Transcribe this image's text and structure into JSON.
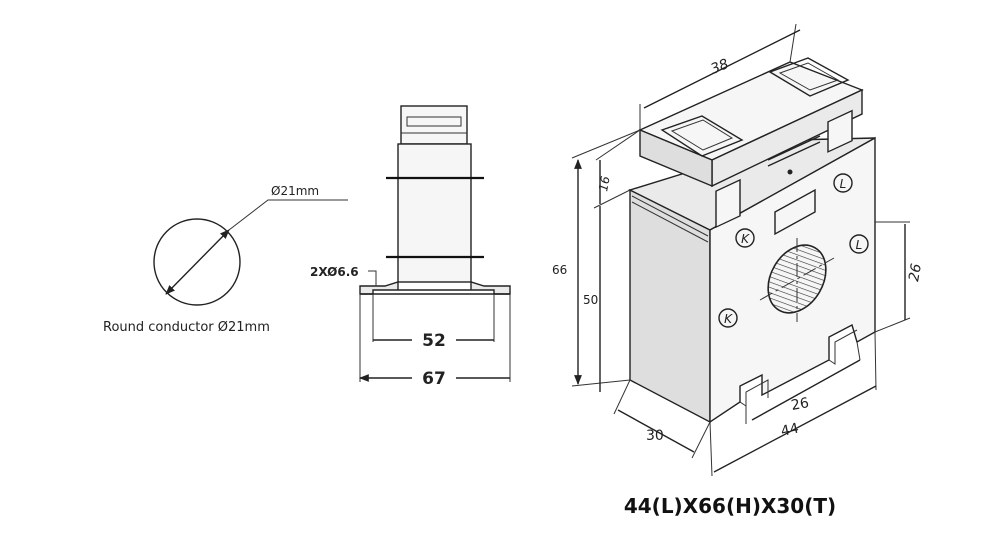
{
  "conductor": {
    "diameter_label": "Ø21mm",
    "caption": "Round conductor Ø21mm"
  },
  "side_view": {
    "hole_label": "2XØ6.6",
    "inner_span": "52",
    "outer_span": "67"
  },
  "iso_view": {
    "width_top": "38",
    "top_height": "16",
    "total_height": "66",
    "body_height": "50",
    "window_height": "26",
    "foot_spacing": "26",
    "front_width": "44",
    "depth": "30",
    "terminal_k": "K",
    "terminal_l": "L"
  },
  "caption": "44(L)X66(H)X30(T)"
}
